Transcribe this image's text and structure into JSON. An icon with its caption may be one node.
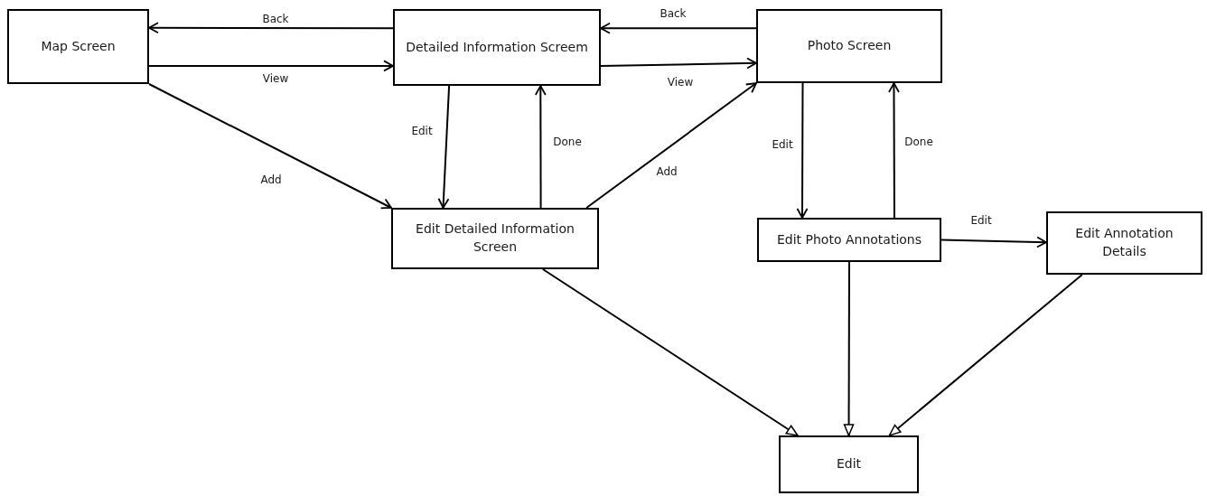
{
  "diagram": {
    "nodes": [
      {
        "text": [
          "Map Screen"
        ]
      },
      {
        "text": [
          "Detailed Information Screem"
        ]
      },
      {
        "text": [
          "Photo Screen"
        ]
      },
      {
        "text": [
          "Edit Detailed Information Screen"
        ]
      },
      {
        "text": [
          "Edit Photo Annotations"
        ]
      },
      {
        "text": [
          "Edit Annotation Details"
        ]
      },
      {
        "text": [
          "Edit"
        ]
      }
    ],
    "edges": [
      {
        "from": 1,
        "to": 0,
        "arrow": "to",
        "label": "Back"
      },
      {
        "from": 0,
        "to": 1,
        "arrow": "to",
        "label": "View"
      },
      {
        "from": 0,
        "to": 3,
        "arrow": "to",
        "label": "Add"
      },
      {
        "from": 1,
        "to": 2,
        "arrow": "to",
        "label": "View"
      },
      {
        "from": 2,
        "to": 1,
        "arrow": "to",
        "label": "Back"
      },
      {
        "from": 1,
        "to": 3,
        "arrow": "to",
        "label": "Edit"
      },
      {
        "from": 3,
        "to": 1,
        "arrow": "to",
        "label": "Done"
      },
      {
        "from": 3,
        "to": 2,
        "arrow": "to",
        "label": "Add"
      },
      {
        "from": 2,
        "to": 4,
        "arrow": "to",
        "label": "Edit"
      },
      {
        "from": 4,
        "to": 2,
        "arrow": "to",
        "label": "Done"
      },
      {
        "from": 4,
        "to": 5,
        "arrow": "to",
        "label": "Edit"
      },
      {
        "from": 3,
        "to": 6,
        "arrow": "to"
      },
      {
        "from": 4,
        "to": 6,
        "arrow": "to"
      },
      {
        "from": 5,
        "to": 6,
        "arrow": "to"
      }
    ]
  }
}
